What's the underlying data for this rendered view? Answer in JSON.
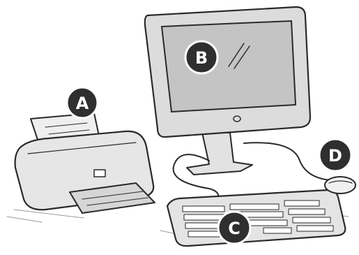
{
  "labels": {
    "printer": "A",
    "monitor": "B",
    "keyboard": "C",
    "mouse": "D"
  },
  "colors": {
    "ink": "#2a2a2a",
    "shade": "#d9d9d9",
    "screen": "#c9c9c9",
    "badge": "#2f2f2f"
  }
}
